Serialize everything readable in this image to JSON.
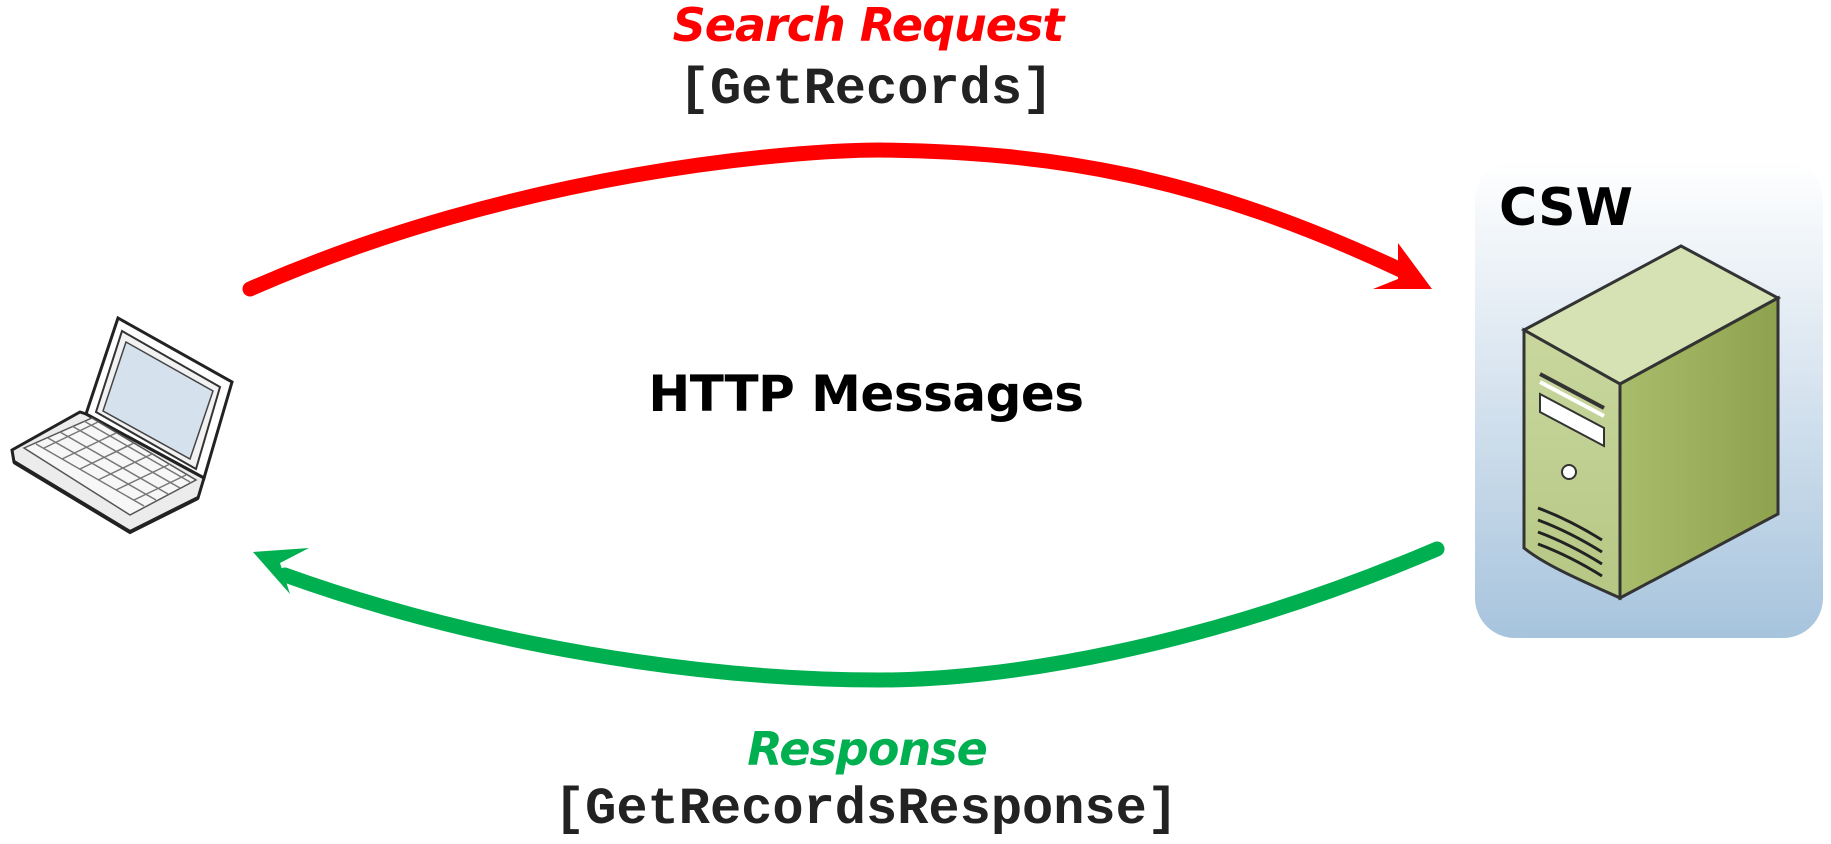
{
  "request": {
    "title": "Search Request",
    "operation": "[GetRecords]"
  },
  "caption": "HTTP Messages",
  "response": {
    "title": "Response",
    "operation": "[GetRecordsResponse]"
  },
  "server": {
    "label": "CSW",
    "icon": "server-tower-icon"
  },
  "client": {
    "icon": "laptop-icon"
  },
  "colors": {
    "request": "#ff0000",
    "response": "#00b050",
    "server_panel": "#a7c4dd"
  }
}
